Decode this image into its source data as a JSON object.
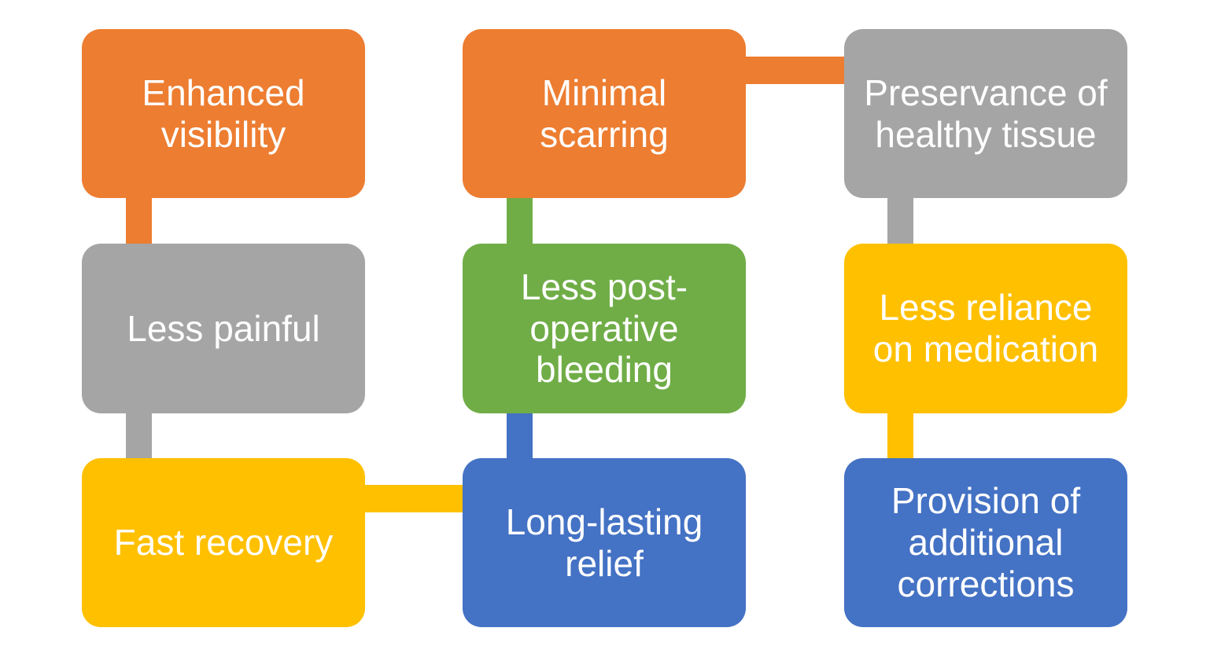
{
  "diagram": {
    "type": "smartart-bending-process",
    "background": "#FFFFFF",
    "text_color": "#FFFFFF",
    "palette": {
      "orange": "#ED7D31",
      "gray": "#A5A5A5",
      "yellow": "#FFC000",
      "green": "#70AD47",
      "blue": "#4472C4"
    },
    "boxes": [
      {
        "label": "Enhanced visibility",
        "color": "#ED7D31",
        "color_name": "orange",
        "row": 1,
        "col": 1
      },
      {
        "label": "Minimal scarring",
        "color": "#ED7D31",
        "color_name": "orange",
        "row": 1,
        "col": 2
      },
      {
        "label": "Preservance of healthy tissue",
        "color": "#A5A5A5",
        "color_name": "gray",
        "row": 1,
        "col": 3
      },
      {
        "label": "Less painful",
        "color": "#A5A5A5",
        "color_name": "gray",
        "row": 2,
        "col": 1
      },
      {
        "label": "Less post-operative bleeding",
        "color": "#70AD47",
        "color_name": "green",
        "row": 2,
        "col": 2
      },
      {
        "label": "Less reliance on medication",
        "color": "#FFC000",
        "color_name": "yellow",
        "row": 2,
        "col": 3
      },
      {
        "label": "Fast recovery",
        "color": "#FFC000",
        "color_name": "yellow",
        "row": 3,
        "col": 1
      },
      {
        "label": "Long-lasting relief",
        "color": "#4472C4",
        "color_name": "blue",
        "row": 3,
        "col": 2
      },
      {
        "label": "Provision of additional corrections",
        "color": "#4472C4",
        "color_name": "blue",
        "row": 3,
        "col": 3
      }
    ],
    "connectors": [
      {
        "from": "Enhanced visibility",
        "to": "Less painful",
        "color": "#ED7D31",
        "orientation": "vertical"
      },
      {
        "from": "Less painful",
        "to": "Fast recovery",
        "color": "#A5A5A5",
        "orientation": "vertical"
      },
      {
        "from": "Fast recovery",
        "to": "Long-lasting relief",
        "color": "#FFC000",
        "orientation": "horizontal"
      },
      {
        "from": "Long-lasting relief",
        "to": "Less post-operative bleeding",
        "color": "#4472C4",
        "orientation": "vertical"
      },
      {
        "from": "Less post-operative bleeding",
        "to": "Minimal scarring",
        "color": "#70AD47",
        "orientation": "vertical"
      },
      {
        "from": "Minimal scarring",
        "to": "Preservance of healthy tissue",
        "color": "#ED7D31",
        "orientation": "horizontal"
      },
      {
        "from": "Preservance of healthy tissue",
        "to": "Less reliance on medication",
        "color": "#A5A5A5",
        "orientation": "vertical"
      },
      {
        "from": "Less reliance on medication",
        "to": "Provision of additional corrections",
        "color": "#FFC000",
        "orientation": "vertical"
      }
    ],
    "flow_order": [
      "Enhanced visibility",
      "Less painful",
      "Fast recovery",
      "Long-lasting relief",
      "Less post-operative bleeding",
      "Minimal scarring",
      "Preservance of healthy tissue",
      "Less reliance on medication",
      "Provision of additional corrections"
    ]
  }
}
